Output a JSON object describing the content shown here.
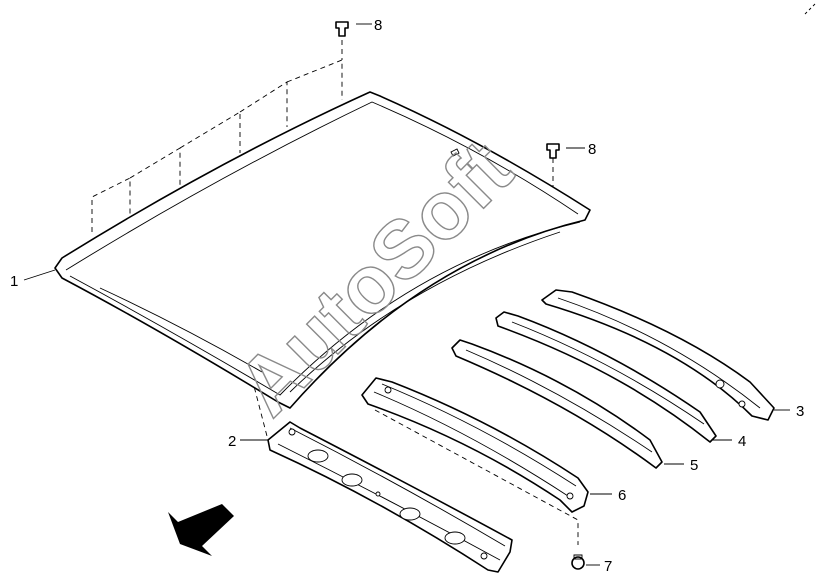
{
  "callouts": {
    "roof_panel": "1",
    "front_header": "2",
    "bow_rear": "3",
    "bow_4": "4",
    "bow_5": "5",
    "rear_header": "6",
    "bolt": "7",
    "clip_top": "8",
    "clip_side": "8"
  },
  "watermark": "AutoSoft",
  "colors": {
    "line": "#000000",
    "background": "#ffffff",
    "watermark": "#8a8a8a"
  },
  "icons": {
    "front_direction": "arrow-down-left-icon",
    "fasteners": "clip-icon"
  }
}
